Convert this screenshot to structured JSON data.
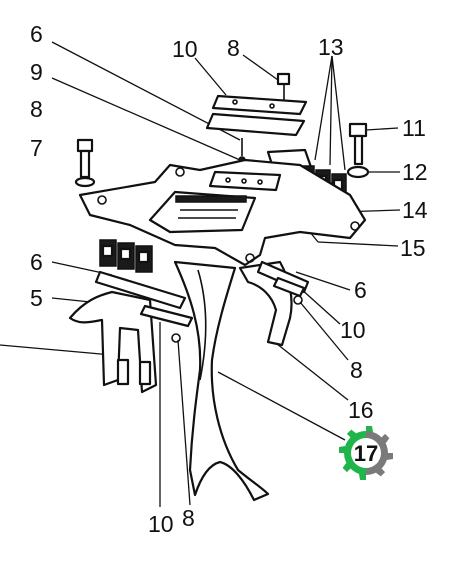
{
  "callouts": [
    "6",
    "10",
    "8",
    "13",
    "9",
    "8",
    "11",
    "7",
    "12",
    "14",
    "15",
    "6",
    "6",
    "5",
    "10",
    "8",
    "16",
    "10",
    "8",
    "17"
  ],
  "colors": {
    "line": "#111111",
    "badge_gear_left": "#1fb54a",
    "badge_gear_right": "#7a7a7a",
    "background": "#ffffff"
  },
  "icons": {
    "badge": "gear-icon"
  }
}
